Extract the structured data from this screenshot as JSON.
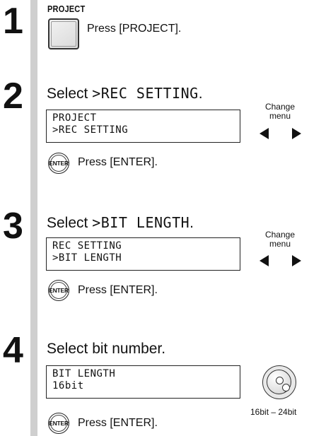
{
  "steps": [
    {
      "number": "1",
      "button_label": "PROJECT",
      "instruction": "Press [PROJECT]."
    },
    {
      "number": "2",
      "select_prefix": "Select ",
      "select_target": ">REC SETTING",
      "select_suffix": ".",
      "lcd_lines": [
        "PROJECT",
        ">REC SETTING"
      ],
      "side_label_line1": "Change",
      "side_label_line2": "menu",
      "enter_icon": "ENTER",
      "instruction": "Press [ENTER]."
    },
    {
      "number": "3",
      "select_prefix": "Select ",
      "select_target": ">BIT LENGTH",
      "select_suffix": ".",
      "lcd_lines": [
        "REC SETTING",
        ">BIT LENGTH"
      ],
      "side_label_line1": "Change",
      "side_label_line2": "menu",
      "enter_icon": "ENTER",
      "instruction": "Press [ENTER]."
    },
    {
      "number": "4",
      "select_text": "Select bit number.",
      "lcd_lines": [
        "BIT LENGTH",
        "16bit"
      ],
      "dial_caption": "16bit – 24bit",
      "enter_icon": "ENTER",
      "instruction": "Press [ENTER]."
    }
  ],
  "icons": {
    "project_button": "square-button-icon",
    "enter_button": "enter-button-icon",
    "arrows": "left-right-arrow-icon",
    "dial": "dial-knob-icon"
  }
}
